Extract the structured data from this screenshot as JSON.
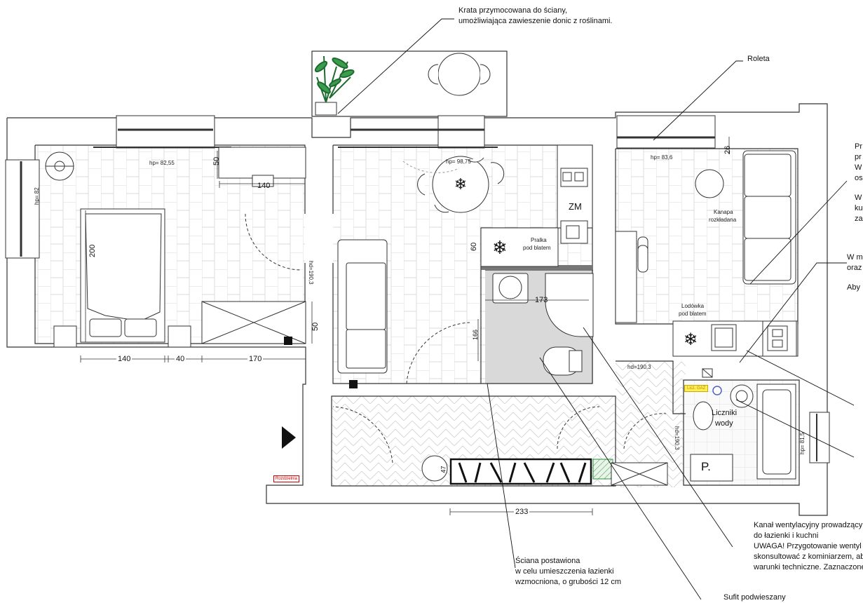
{
  "annotations": {
    "krata_line1": "Krata przymocowana do ściany,",
    "krata_line2": "umożliwiająca zawieszenie donic z roślinami.",
    "roleta": "Roleta",
    "sciana_line1": "Ściana postawiona",
    "sciana_line2": "w celu umieszczenia łazienki",
    "sciana_line3": "wzmocniona, o grubości 12 cm",
    "sufit": "Sufit podwieszany",
    "kanal_line1": "Kanał wentylacyjny prowadzący",
    "kanal_line2": "do łazienki i kuchni",
    "kanal_line3": "UWAGA! Przygotowanie wentyl",
    "kanal_line4": "skonsultować z kominiarzem, ab",
    "kanal_line5": "warunki techniczne. Zaznaczone",
    "right_pr1": "Pr",
    "right_pr2": "pr",
    "right_w1": "W",
    "right_os": "os",
    "right_w2": "W",
    "right_ku": "ku",
    "right_za": "za",
    "right_wm": "W m",
    "right_oraz": "oraz",
    "right_aby": "Aby"
  },
  "room_labels": {
    "kanapa_1": "Kanapa",
    "kanapa_2": "rozkładana",
    "pralka_1": "Pralka",
    "pralka_2": "pod blatem",
    "lodowka_1": "Lodówka",
    "lodowka_2": "pod blatem",
    "liczniki_1": "Liczniki",
    "liczniki_2": "wody",
    "zm": "ZM",
    "p": "P.",
    "rozdzielnia": "Rozdzielnia",
    "gas": "Licz. GAZ"
  },
  "heights": {
    "hp_bedroom": "hp= 82,55",
    "hp_living": "hp= 98,75",
    "hp_kitchen": "hp= 83,6",
    "hp_left": "hp= 82",
    "hp_bath": "hp= 81,5",
    "hd_1": "hd=190,3",
    "hd_2": "hd=190,3",
    "hd_3": "hd=190,3"
  },
  "dimensions": {
    "d140_top": "140",
    "d50_top": "50",
    "d200": "200",
    "d60": "60",
    "d50_mid": "50",
    "d173": "173",
    "d166": "166",
    "d26": "26",
    "d47": "47",
    "d140_bottom": "140",
    "d40": "40",
    "d170": "170",
    "d233": "233"
  }
}
